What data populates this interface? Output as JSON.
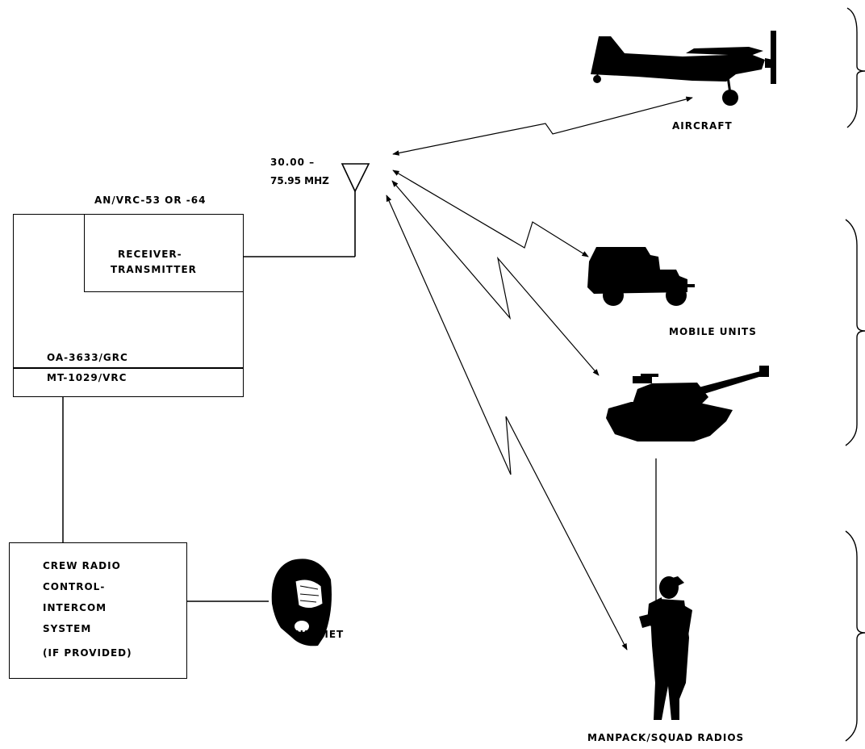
{
  "antenna": {
    "freq_line1": "30.00 –",
    "freq_line2": "75.95 MHZ"
  },
  "radio_set": {
    "title": "AN/VRC-53 OR -64",
    "rt_line1": "RECEIVER-",
    "rt_line2": "TRANSMITTER",
    "amplifier": "OA-3633/GRC",
    "mount": "MT-1029/VRC"
  },
  "crew": {
    "line1": "CREW RADIO",
    "line2": "CONTROL-",
    "line3": "INTERCOM",
    "line4": "SYSTEM",
    "line5": "(IF PROVIDED)"
  },
  "helmet": {
    "label": "HELMET",
    "icon": "helmet-icon"
  },
  "stations": {
    "aircraft": {
      "label": "AIRCRAFT",
      "icon": "aircraft-icon"
    },
    "mobile": {
      "label": "MOBILE UNITS",
      "icons": [
        "jeep-icon",
        "tank-icon"
      ]
    },
    "manpack": {
      "label": "MANPACK/SQUAD RADIOS",
      "icon": "soldier-icon"
    }
  }
}
